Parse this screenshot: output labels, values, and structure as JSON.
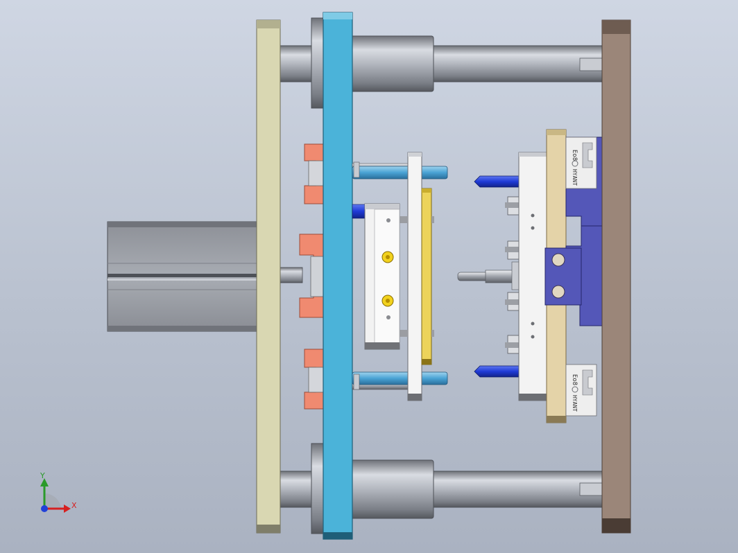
{
  "view": {
    "background": [
      "#cfd6e3",
      "#aab2c1"
    ]
  },
  "triad": {
    "y_label": "Y",
    "x_label": "X",
    "y_color": "#2a9a2a",
    "x_color": "#d62020",
    "z_color": "#2140d8"
  },
  "plate_labels": [
    {
      "text": "Eo8",
      "line2": "HYANT"
    },
    {
      "text": "Eo8",
      "line2": "HYANT"
    }
  ],
  "colors": {
    "clamp_plate": "#d9d7b2",
    "moving_plate": "#4bb3d9",
    "rear_plate": "#9b8679",
    "orange_block": "#f08a70",
    "purple_block": "#5457b8",
    "yellow_plate": "#ecd35a",
    "steel": "#b8bcc4",
    "white_plate": "#f2f2f2",
    "blue_pin": "#2a46d8"
  }
}
